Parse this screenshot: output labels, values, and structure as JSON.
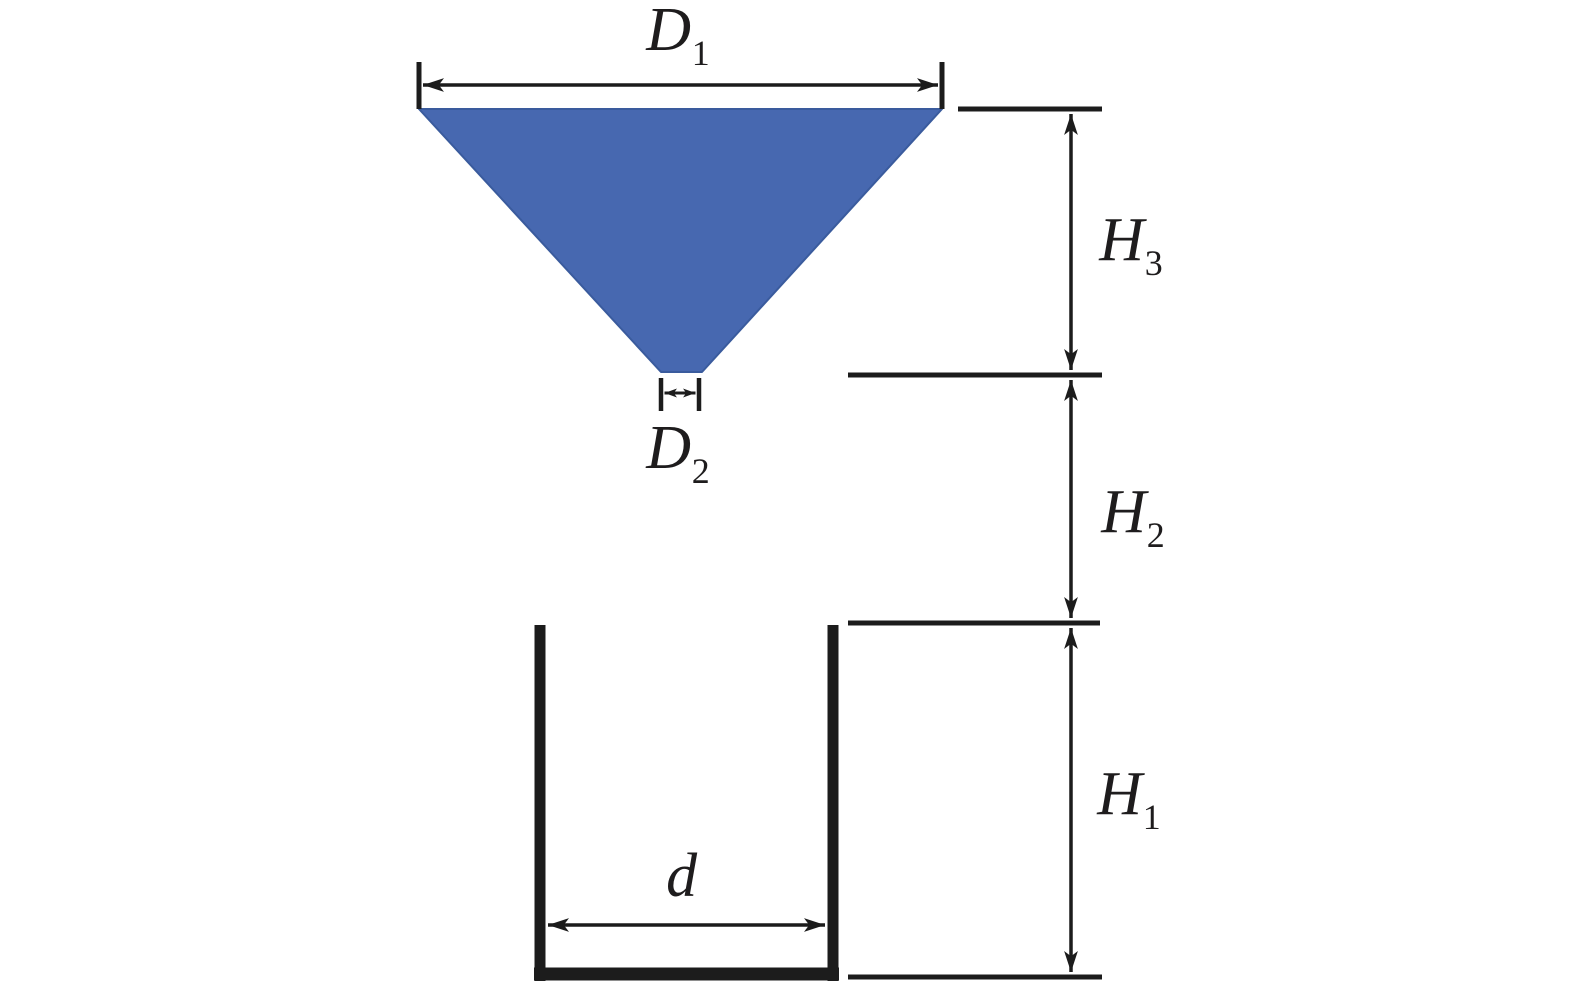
{
  "figure": {
    "kind": "engineering-schematic",
    "caption": ""
  },
  "labels": {
    "D1": {
      "main": "D",
      "sub": "1"
    },
    "D2": {
      "main": "D",
      "sub": "2"
    },
    "H3": {
      "main": "H",
      "sub": "3"
    },
    "H2": {
      "main": "H",
      "sub": "2"
    },
    "H1": {
      "main": "H",
      "sub": "1"
    },
    "d": {
      "main": "d",
      "sub": ""
    }
  },
  "colors": {
    "funnel_fill": "#4768b0",
    "funnel_stroke": "#3a5b9d",
    "line": "#1c1c1c"
  }
}
